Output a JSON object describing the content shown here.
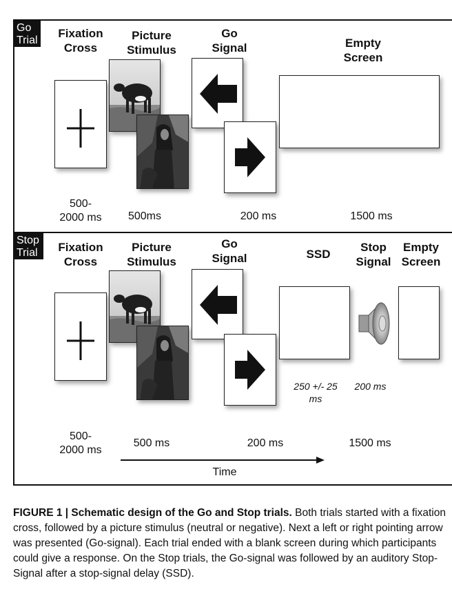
{
  "go_panel": {
    "tag": [
      "Go",
      "Trial"
    ],
    "headers": {
      "fixation": [
        "Fixation",
        "Cross"
      ],
      "picture": [
        "Picture",
        "Stimulus"
      ],
      "go_signal": [
        "Go",
        "Signal"
      ],
      "empty": [
        "Empty",
        "Screen"
      ]
    },
    "timings": {
      "fixation": [
        "500-",
        "2000 ms"
      ],
      "picture": "500ms",
      "go_signal": "200 ms",
      "empty": "1500 ms"
    }
  },
  "stop_panel": {
    "tag": [
      "Stop",
      "Trial"
    ],
    "headers": {
      "fixation": [
        "Fixation",
        "Cross"
      ],
      "picture": [
        "Picture",
        "Stimulus"
      ],
      "go_signal": [
        "Go",
        "Signal"
      ],
      "ssd": "SSD",
      "stop_signal": [
        "Stop",
        "Signal"
      ],
      "empty": [
        "Empty",
        "Screen"
      ]
    },
    "durations": {
      "ssd": [
        "250 +/- 25",
        "ms"
      ],
      "stop_signal": "200 ms"
    },
    "timings": {
      "fixation": [
        "500-",
        "2000 ms"
      ],
      "picture": "500 ms",
      "go_signal": "200 ms",
      "empty": "1500 ms"
    },
    "time_axis": "Time"
  },
  "caption": {
    "title": "FIGURE 1 | Schematic design of the Go and Stop trials.",
    "body": " Both trials started with a fixation cross, followed by a picture stimulus (neutral or negative). Next a left or right pointing arrow was presented (Go-signal). Each trial ended with a blank screen during which participants could give a response. On the Stop trials, the Go-signal was followed by an auditory Stop-Signal after a stop-signal delay (SSD)."
  }
}
